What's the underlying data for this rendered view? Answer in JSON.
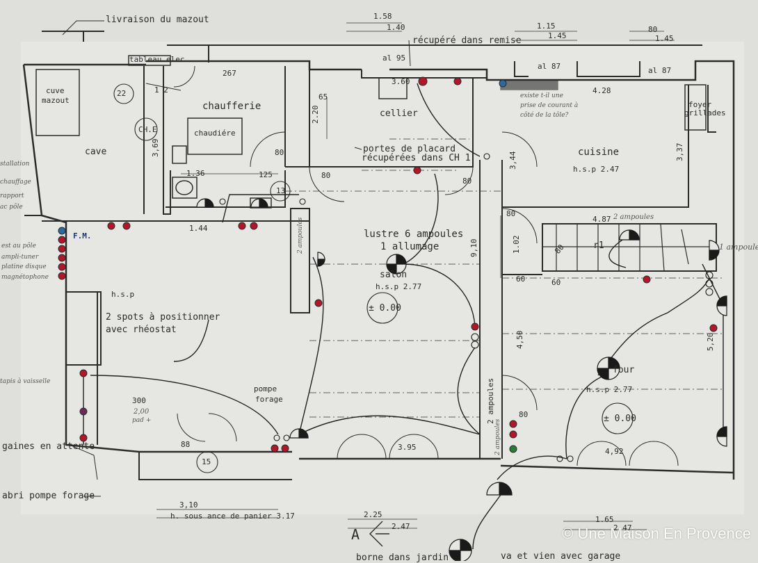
{
  "rooms": {
    "cave": "cave",
    "cuve": "cuve",
    "mazout": "mazout",
    "chaufferie": "chaufferie",
    "chaudiere": "chaudiére",
    "cellier": "cellier",
    "cuisine": "cuisine",
    "salon": "salon",
    "four": "four"
  },
  "notes": {
    "livraison": "livraison du mazout",
    "tableau": "tableau elec",
    "recupere": "récupéré dans remise",
    "portes_placard_1": "portes de placard",
    "portes_placard_2": "récupérées dans CH 1",
    "lustre_1": "lustre 6 ampoules",
    "lustre_2": "1 allumage",
    "spots_1": "2 spots à positionner",
    "spots_2": "avec rhéostat",
    "pompe_1": "pompe",
    "pompe_2": "forage",
    "gaines": "gaines en attente",
    "abri": "abri pompe forage",
    "borne": "borne dans jardin",
    "va_et_vient": "va et vien avec garage",
    "foyer_1": "foyer",
    "foyer_2": "grillades",
    "hsp_salon": "h.s.p 2.77",
    "hsp_cuisine": "h.s.p 2.47",
    "hsp_four": "h.s.p 2.77",
    "hsp_left": "h.s.p",
    "h_sous": "h. sous ance de panier 3.17",
    "level_salon": "± 0.00",
    "level_four": "± 0.00",
    "che": "CH.E",
    "fm": "F.M.",
    "letter_a": "A",
    "n22": "22",
    "n13": "13",
    "n15": "15",
    "n12": "1  2",
    "r1": "r1",
    "two_ampoules": "2 ampoules"
  },
  "dimensions": {
    "d158": "1.58",
    "d140": "1.40",
    "d115": "1.15",
    "d145": "1.45",
    "d80a": "80",
    "d145b": "1.45",
    "al95": "al 95",
    "al87a": "al 87",
    "al87b": "al 87",
    "d267": "267",
    "d428": "4.28",
    "d65": "65",
    "d220": "2.20",
    "d369": "3,69",
    "d136": "1.36",
    "d125": "125",
    "d80b": "80",
    "d80c": "80",
    "d80d": "80",
    "d80e": "80",
    "d80f": "80",
    "d60a": "60",
    "d60b": "60",
    "d80g": "80",
    "d144": "1.44",
    "d910": "9,10",
    "d102": "1.02",
    "d344": "3,44",
    "d337": "3,37",
    "d487": "4.87",
    "d450": "4,50",
    "d520": "5,20",
    "d300": "300",
    "d88": "88",
    "d395": "3.95",
    "d492": "4,92",
    "d80h": "80",
    "d310": "3,10",
    "d225": "2.25",
    "d247a": "2.47",
    "d165": "1.65",
    "d247b": "2.47",
    "d360": "3.60"
  },
  "handwritten": {
    "ampoule_note": "2 ampoules",
    "left_1": "stallation",
    "left_2": "chauffage",
    "left_3": "rapport",
    "left_4": "ac pôle",
    "left_5": "est au pôle",
    "left_6": "ampli-tuner",
    "left_7": "platine disque",
    "left_8": "magnétophone",
    "left_9": "tapis à vaisselle",
    "cuisine_note_1": "existe t-il une",
    "cuisine_note_2": "prise de courant à",
    "cuisine_note_3": "côté de la tôle?",
    "spot_note_1": "2,00",
    "spot_note_2": "pad +",
    "right_note": "1 ampoule",
    "stair_note": "2 ampoules",
    "salon_side_1": "2 ampoules",
    "salon_side_2": "2 ampoules"
  },
  "colors": {
    "paper": "#dfe0dc",
    "wall": "#2b2b2b",
    "outlet_red": "#b0172b",
    "outlet_blue": "#2a6aa0",
    "outlet_green": "#2a7a3a",
    "pencil": "#444444"
  },
  "watermark": "© Une Maison En Provence"
}
